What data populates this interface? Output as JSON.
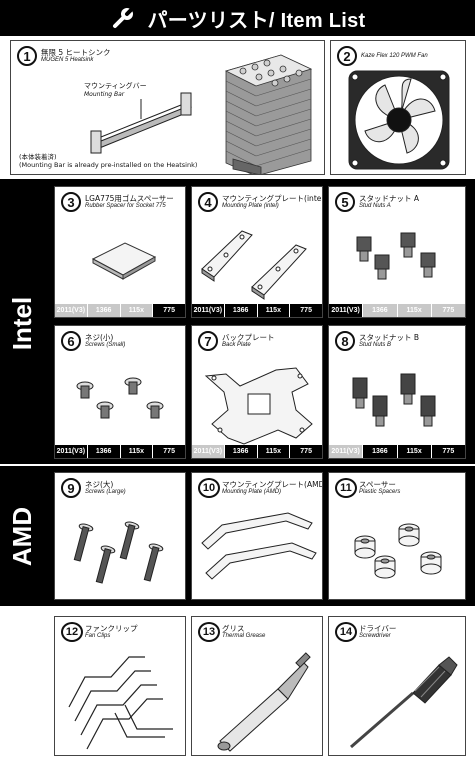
{
  "header": {
    "title": "パーツリスト/ Item List",
    "icon": "wrench-icon"
  },
  "sections": {
    "intel": "Intel",
    "amd": "AMD"
  },
  "colors": {
    "black": "#000000",
    "white": "#ffffff",
    "socket_on": "#000000",
    "socket_off": "#c8c8c8"
  },
  "items": {
    "i1": {
      "num": "1",
      "jp": "無限 5 ヒートシンク",
      "en": "MUGEN 5 Heatsink",
      "bar_jp": "マウンティングバー",
      "bar_en": "Mounting Bar",
      "note_jp": "(本体装着済)",
      "note_en": "(Mounting Bar is already pre-installed on the Heatsink)"
    },
    "i2": {
      "num": "2",
      "en": "Kaze Flex 120 PWM Fan"
    },
    "i3": {
      "num": "3",
      "jp": "LGA775用ゴムスペーサー",
      "en": "Rubber Spacer for Socket 775",
      "sockets": [
        {
          "label": "2011(V3)",
          "on": false
        },
        {
          "label": "1366",
          "on": false
        },
        {
          "label": "115x",
          "on": false
        },
        {
          "label": "775",
          "on": true
        }
      ]
    },
    "i4": {
      "num": "4",
      "jp": "マウンティングプレート(intel)",
      "en": "Mounting Plate (intel)",
      "sockets": [
        {
          "label": "2011(V3)",
          "on": true
        },
        {
          "label": "1366",
          "on": true
        },
        {
          "label": "115x",
          "on": true
        },
        {
          "label": "775",
          "on": true
        }
      ]
    },
    "i5": {
      "num": "5",
      "jp": "スタッドナット A",
      "en": "Stud Nuts A",
      "sockets": [
        {
          "label": "2011(V3)",
          "on": true
        },
        {
          "label": "1366",
          "on": false
        },
        {
          "label": "115x",
          "on": false
        },
        {
          "label": "775",
          "on": false
        }
      ]
    },
    "i6": {
      "num": "6",
      "jp": "ネジ(小)",
      "en": "Screws (Small)",
      "sockets": [
        {
          "label": "2011(V3)",
          "on": true
        },
        {
          "label": "1366",
          "on": true
        },
        {
          "label": "115x",
          "on": true
        },
        {
          "label": "775",
          "on": true
        }
      ]
    },
    "i7": {
      "num": "7",
      "jp": "バックプレート",
      "en": "Back Plate",
      "sockets": [
        {
          "label": "2011(V3)",
          "on": false
        },
        {
          "label": "1366",
          "on": true
        },
        {
          "label": "115x",
          "on": true
        },
        {
          "label": "775",
          "on": true
        }
      ]
    },
    "i8": {
      "num": "8",
      "jp": "スタッドナット B",
      "en": "Stud Nuts B",
      "sockets": [
        {
          "label": "2011(V3)",
          "on": false
        },
        {
          "label": "1366",
          "on": true
        },
        {
          "label": "115x",
          "on": true
        },
        {
          "label": "775",
          "on": true
        }
      ]
    },
    "i9": {
      "num": "9",
      "jp": "ネジ(大)",
      "en": "Screws (Large)"
    },
    "i10": {
      "num": "10",
      "jp": "マウンティングプレート(AMD)",
      "en": "Mounting Plate (AMD)"
    },
    "i11": {
      "num": "11",
      "jp": "スペーサー",
      "en": "Plastic Spacers"
    },
    "i12": {
      "num": "12",
      "jp": "ファンクリップ",
      "en": "Fan Clips"
    },
    "i13": {
      "num": "13",
      "jp": "グリス",
      "en": "Thermal Grease"
    },
    "i14": {
      "num": "14",
      "jp": "ドライバー",
      "en": "Screwdriver"
    }
  }
}
